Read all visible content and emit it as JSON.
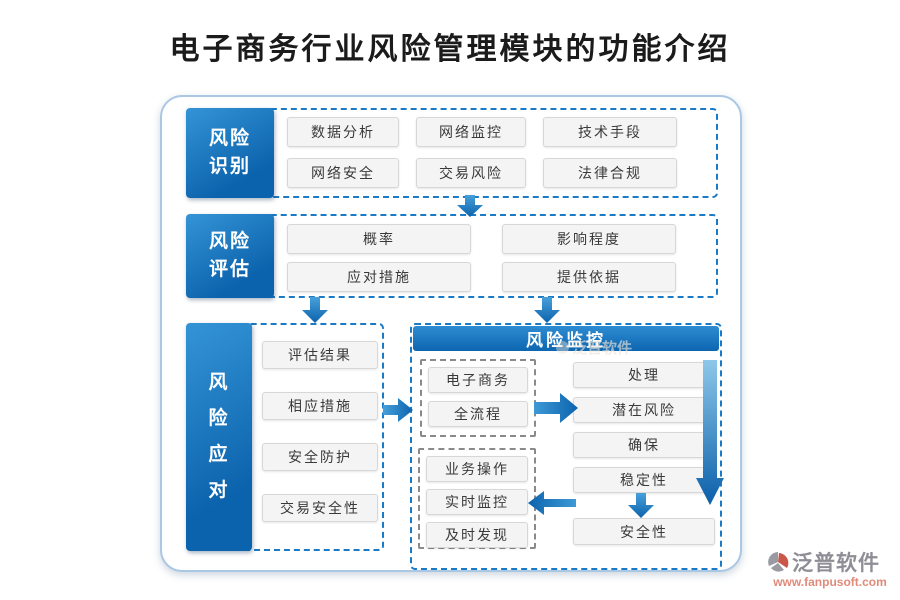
{
  "title": "电子商务行业风险管理模块的功能介绍",
  "colors": {
    "primary_blue": "#0c63ad",
    "primary_blue_light": "#3494d6",
    "section_dashed_border": "#1b7ac6",
    "inner_dashed_border": "#8a8a8a",
    "item_background": "#f4f4f4",
    "item_border": "#d7d7d7",
    "canvas_border": "#aac7e4",
    "arrow_blue_dark": "#0a5fa9",
    "arrow_blue_light": "#8ec7e9",
    "logo_gray": "#8f8d95",
    "logo_red": "#e08a7a"
  },
  "sections": {
    "identify": {
      "label": "风险识别",
      "items": [
        "数据分析",
        "网络监控",
        "技术手段",
        "网络安全",
        "交易风险",
        "法律合规"
      ]
    },
    "assess": {
      "label": "风险评估",
      "items": [
        "概率",
        "影响程度",
        "应对措施",
        "提供依据"
      ]
    },
    "respond": {
      "label": "风险应对",
      "items": [
        "评估结果",
        "相应措施",
        "安全防护",
        "交易安全性"
      ]
    },
    "monitor": {
      "label": "风险监控",
      "group_a": [
        "电子商务",
        "全流程"
      ],
      "group_b": [
        "业务操作",
        "实时监控",
        "及时发现"
      ],
      "right_column": [
        "处理",
        "潜在风险",
        "确保",
        "稳定性",
        "安全性"
      ]
    }
  },
  "watermark": {
    "header_text": "泛普软件",
    "logo_text": "泛普软件",
    "logo_url": "www.fanpusoft.com"
  }
}
